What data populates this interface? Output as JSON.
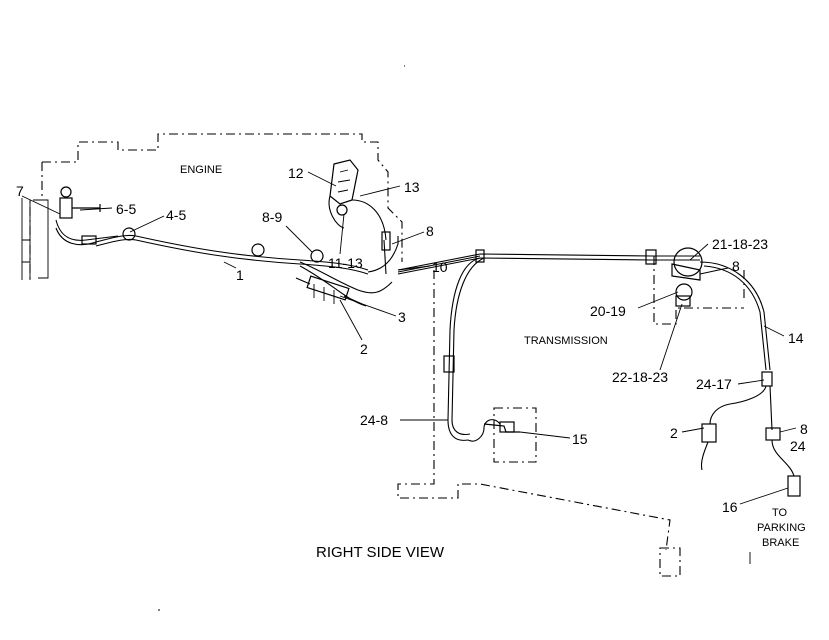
{
  "labels": {
    "engine": "ENGINE",
    "transmission": "TRANSMISSION",
    "view_title": "RIGHT SIDE VIEW",
    "to_parking_brake": [
      "TO",
      "PARKING",
      "BRAKE"
    ]
  },
  "callouts": [
    "7",
    "6-5",
    "4-5",
    "1",
    "8-9",
    "12",
    "13",
    "11-13",
    "8",
    "10",
    "3",
    "2",
    "21-18-23",
    "8",
    "20-19",
    "14",
    "22-18-23",
    "24-17",
    "24-8",
    "15",
    "2",
    "8",
    "24",
    "16"
  ]
}
